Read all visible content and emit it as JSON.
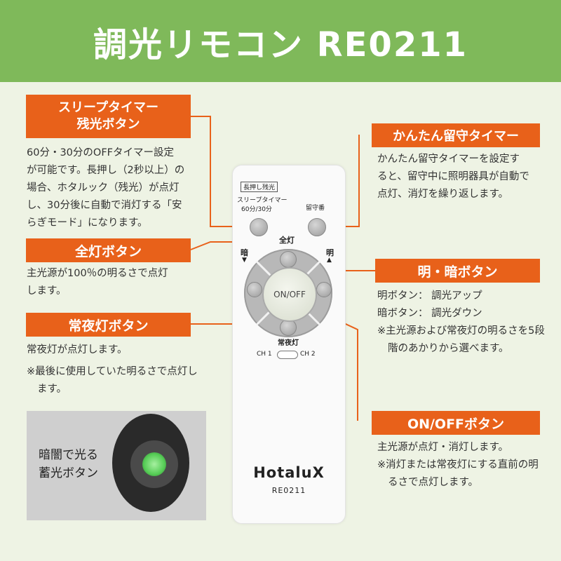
{
  "title": "調光リモコン RE0211",
  "labels": {
    "sleep": "スリープタイマー\n残光ボタン",
    "rusu": "かんたん留守タイマー",
    "zenko": "全灯ボタン",
    "meian": "明・暗ボタン",
    "joya": "常夜灯ボタン",
    "onoff": "ON/OFFボタン"
  },
  "descs": {
    "sleep": [
      "60分・30分のOFFタイマー設定",
      "が可能です。長押し（2秒以上）の",
      "場合、ホタルック（残光）が点灯",
      "し、30分後に自動で消灯する「安",
      "らぎモード」になります。"
    ],
    "rusu": [
      "かんたん留守タイマーを設定す",
      "ると、留守中に照明器具が自動で",
      "点灯、消灯を繰り返します。"
    ],
    "zenko": [
      "主光源が100％の明るさで点灯",
      "します。"
    ],
    "meian": [
      "明ボタン： 調光アップ",
      "暗ボタン： 調光ダウン"
    ],
    "meian_note": "※主光源および常夜灯の明るさを5段階のあかりから選べます。",
    "joya": "常夜灯が点灯します。",
    "joya_note": "※最後に使用していた明るさで点灯します。",
    "onoff": "主光源が点灯・消灯します。",
    "onoff_note": "※消灯または常夜灯にする直前の明るさで点灯します。"
  },
  "inset_text": [
    "暗闇で光る",
    "蓄光ボタン"
  ],
  "remote": {
    "tag": "長押し残光",
    "sleep_label": "スリープタイマー",
    "sleep_values": "60分/30分",
    "rusu_label": "留守番",
    "zenko_label": "全灯",
    "an_label": "暗",
    "mei_label": "明",
    "onoff_label": "ON/OFF",
    "joya_label": "常夜灯",
    "ch1": "CH 1",
    "ch2": "CH 2",
    "brand": "HotaluX",
    "model": "RE0211"
  },
  "colors": {
    "header": "#7fb95a",
    "accent": "#e8611a",
    "background": "#eef3e4"
  }
}
